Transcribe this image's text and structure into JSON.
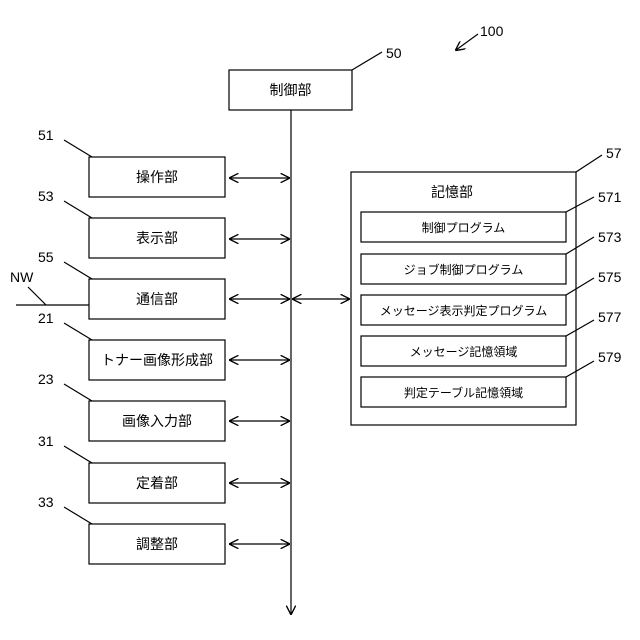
{
  "figure_ref": "100",
  "control": {
    "ref": "50",
    "label": "制御部"
  },
  "units": [
    {
      "ref": "51",
      "label": "操作部"
    },
    {
      "ref": "53",
      "label": "表示部"
    },
    {
      "ref": "55",
      "label": "通信部"
    },
    {
      "ref": "21",
      "label": "トナー画像形成部"
    },
    {
      "ref": "23",
      "label": "画像入力部"
    },
    {
      "ref": "31",
      "label": "定着部"
    },
    {
      "ref": "33",
      "label": "調整部"
    }
  ],
  "network_label": "NW",
  "storage": {
    "ref": "57",
    "title": "記憶部",
    "items": [
      {
        "ref": "571",
        "label": "制御プログラム"
      },
      {
        "ref": "573",
        "label": "ジョブ制御プログラム"
      },
      {
        "ref": "575",
        "label": "メッセージ表示判定プログラム"
      },
      {
        "ref": "577",
        "label": "メッセージ記憶領域"
      },
      {
        "ref": "579",
        "label": "判定テーブル記憶領域"
      }
    ]
  }
}
